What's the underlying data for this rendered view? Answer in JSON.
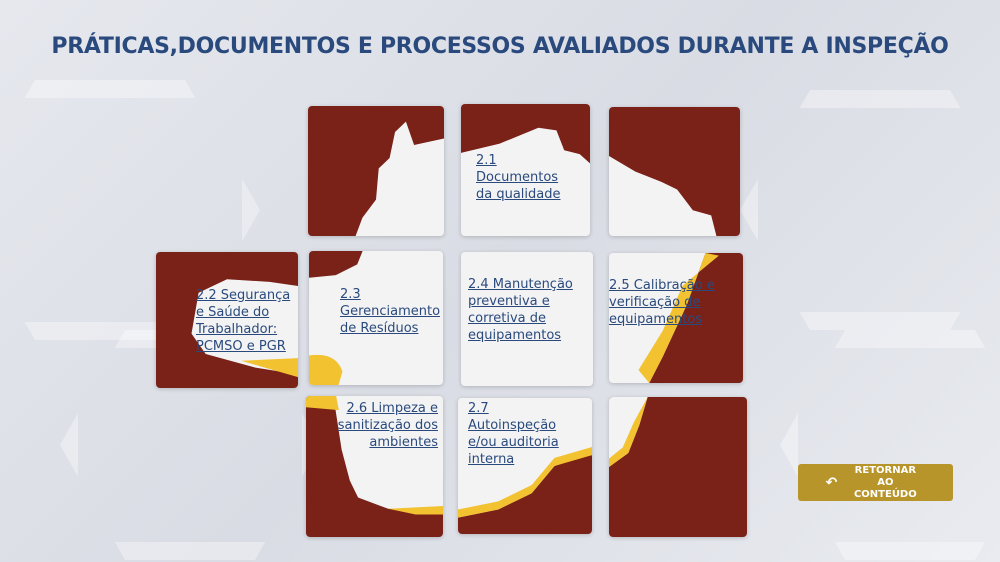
{
  "title": "PRÁTICAS,DOCUMENTOS E PROCESSOS AVALIADOS DURANTE A INSPEÇÃO",
  "colors": {
    "title": "#2a4a7d",
    "tile_red": "#7a2118",
    "accent_gold": "#b8952a",
    "yellow": "#f2c230"
  },
  "links": [
    {
      "label": "2.1 Documentos da qualidade"
    },
    {
      "label": "2.2 Segurança e Saúde do Trabalhador: PCMSO e PGR"
    },
    {
      "label": "2.3 Gerenciamento de Resíduos"
    },
    {
      "label": "2.4 Manutenção preventiva e corretiva de equipamentos"
    },
    {
      "label": "2.5 Calibração e verificação de equipamentos"
    },
    {
      "label": "2.6 Limpeza e sanitização dos ambientes"
    },
    {
      "label": "2.7 Autoinspeção e/ou auditoria interna"
    }
  ],
  "return_button": {
    "label": "RETORNAR AO CONTEÚDO",
    "icon": "undo-arrow-icon"
  }
}
